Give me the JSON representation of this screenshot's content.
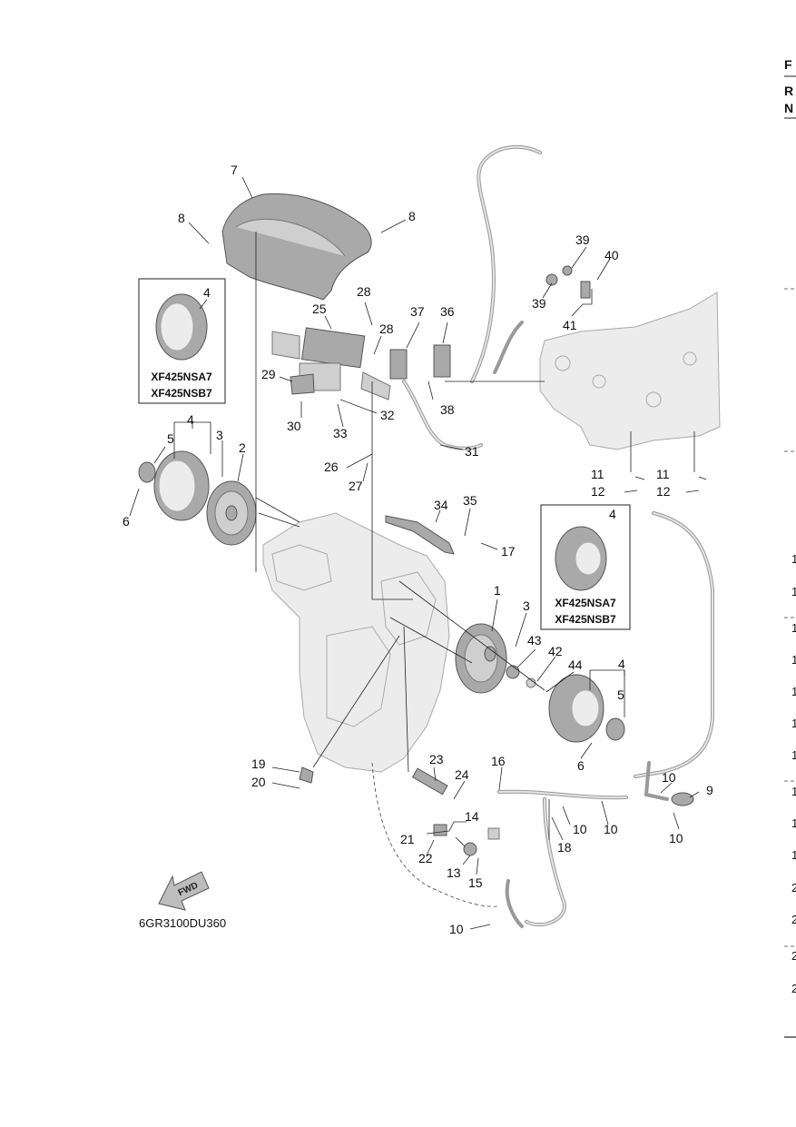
{
  "diagram_code": "6GR3100DU360",
  "fwd_arrow_text": "FWD",
  "variant_box_1": {
    "line1": "XF425NSA7",
    "line2": "XF425NSB7"
  },
  "variant_box_2": {
    "line1": "XF425NSA7",
    "line2": "XF425NSB7"
  },
  "callouts": {
    "c1": "1",
    "c2": "2",
    "c3a": "3",
    "c3b": "3",
    "c4a": "4",
    "c4b": "4",
    "c4c": "4",
    "c4d": "4",
    "c5a": "5",
    "c5b": "5",
    "c6a": "6",
    "c6b": "6",
    "c7": "7",
    "c8a": "8",
    "c8b": "8",
    "c9": "9",
    "c10a": "10",
    "c10b": "10",
    "c10c": "10",
    "c10d": "10",
    "c10e": "10",
    "c11a": "11",
    "c11b": "11",
    "c12a": "12",
    "c12b": "12",
    "c13": "13",
    "c14": "14",
    "c15": "15",
    "c16": "16",
    "c17": "17",
    "c18": "18",
    "c19": "19",
    "c20": "20",
    "c21": "21",
    "c22": "22",
    "c23": "23",
    "c24": "24",
    "c25": "25",
    "c26": "26",
    "c27": "27",
    "c28a": "28",
    "c28b": "28",
    "c29": "29",
    "c30": "30",
    "c31": "31",
    "c32": "32",
    "c33": "33",
    "c34": "34",
    "c35": "35",
    "c36": "36",
    "c37": "37",
    "c38": "38",
    "c39a": "39",
    "c39b": "39",
    "c40": "40",
    "c41": "41",
    "c42": "42",
    "c43": "43",
    "c44": "44"
  },
  "right_edge": {
    "header_f": "F",
    "header_r": "R",
    "header_n": "N",
    "nums": [
      "1",
      "1",
      "1",
      "1",
      "1",
      "1",
      "1",
      "1",
      "1",
      "1",
      "2",
      "2",
      "2",
      "2"
    ]
  }
}
